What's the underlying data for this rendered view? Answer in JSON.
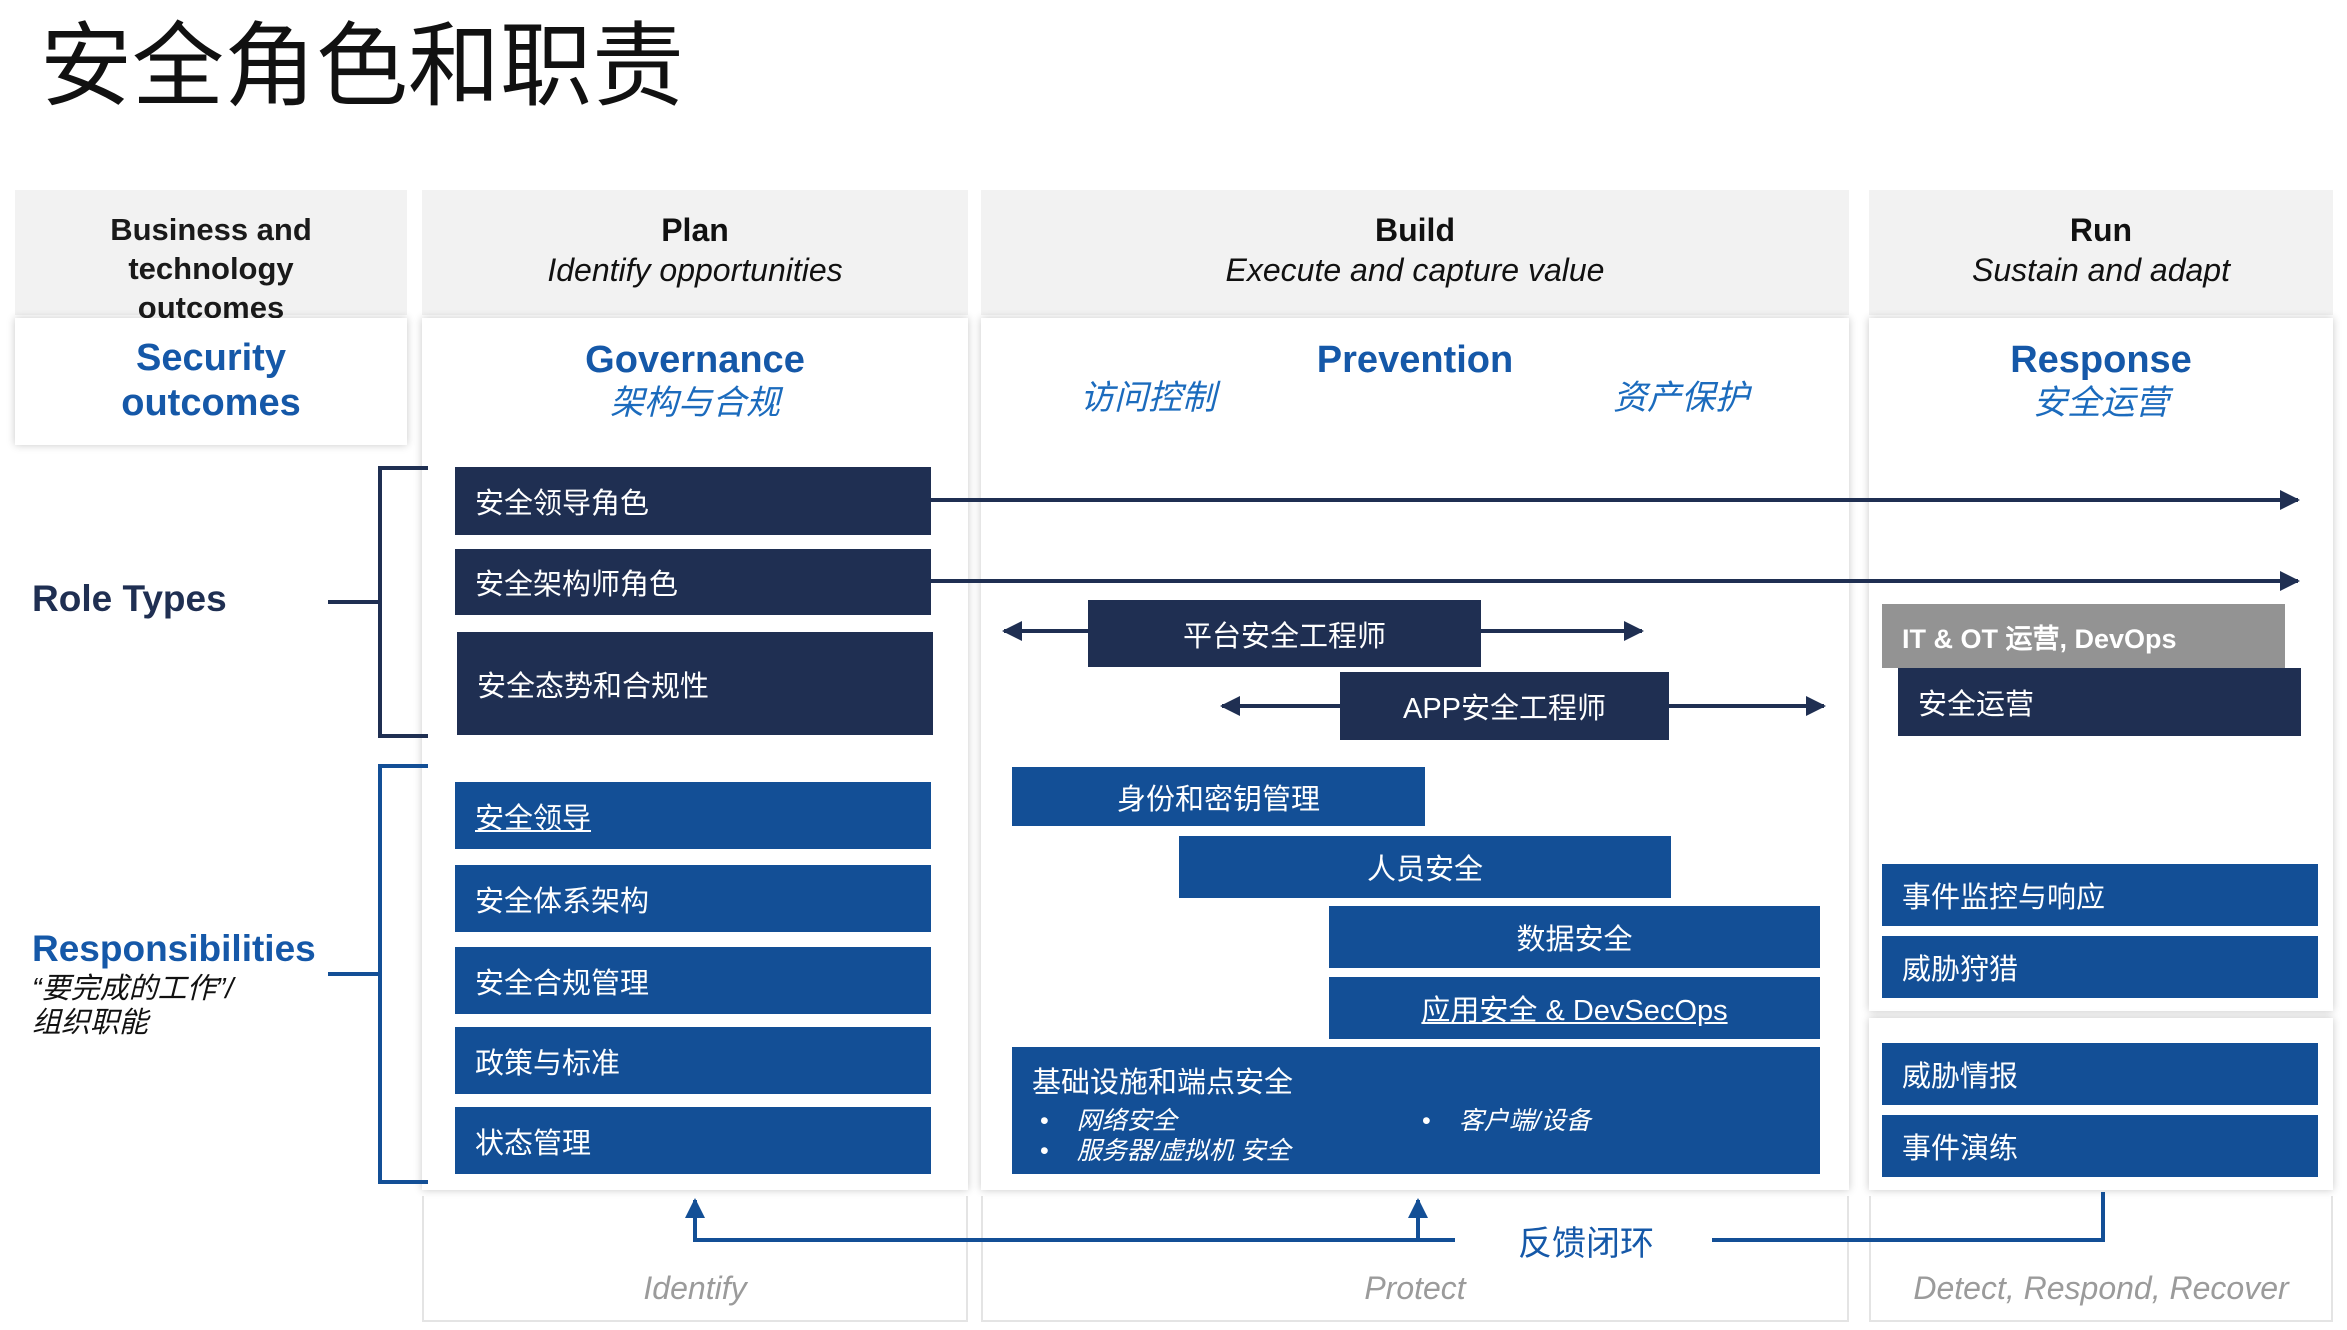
{
  "title": "安全角色和职责",
  "headers": {
    "business": "Business and technology outcomes",
    "plan": {
      "title": "Plan",
      "subtitle": "Identify opportunities"
    },
    "build": {
      "title": "Build",
      "subtitle": "Execute and capture value"
    },
    "run": {
      "title": "Run",
      "subtitle": "Sustain and adapt"
    }
  },
  "outcomes": {
    "security": "Security outcomes",
    "governance": {
      "en": "Governance",
      "zh": "架构与合规"
    },
    "prevention": {
      "en": "Prevention",
      "left": "访问控制",
      "right": "资产保护"
    },
    "response": {
      "en": "Response",
      "zh": "安全运营"
    }
  },
  "left_labels": {
    "role_types": "Role Types",
    "responsibilities": "Responsibilities",
    "responsibilities_sub1": "“要完成的工作”/",
    "responsibilities_sub2": "组织职能"
  },
  "roles": {
    "security_leader": "安全领导角色",
    "security_architect": "安全架构师角色",
    "posture_compliance": "安全态势和合规性",
    "platform_engineer": "平台安全工程师",
    "app_engineer": "APP安全工程师",
    "it_ot_ops": "IT & OT 运营, DevOps",
    "secops": "安全运营"
  },
  "plan_items": [
    "安全领导",
    "安全体系架构",
    "安全合规管理",
    "政策与标准",
    "状态管理"
  ],
  "build_items": {
    "identity": "身份和密钥管理",
    "people": "人员安全",
    "data": "数据安全",
    "app": "应用安全 & DevSecOps",
    "infra": {
      "title": "基础设施和端点安全",
      "bullets": [
        "网络安全",
        "服务器/虚拟机 安全",
        "客户端/设备"
      ],
      "bullet_char": "•"
    }
  },
  "run_items": [
    "事件监控与响应",
    "威胁狩猎",
    "威胁情报",
    "事件演练"
  ],
  "feedback": "反馈闭环",
  "bottom_labels": {
    "plan": "Identify",
    "build": "Protect",
    "run": "Detect, Respond, Recover"
  },
  "colors": {
    "navy": "#1f2f52",
    "blue": "#134f96",
    "gray": "#939393",
    "accent_text": "#1558a8",
    "header_bg": "#f2f2f2"
  }
}
